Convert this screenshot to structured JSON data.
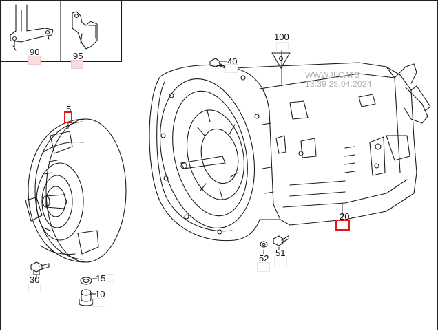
{
  "watermark": {
    "line1": "WWW.ILCATS",
    "line2": "13:39 25.04.2024"
  },
  "callouts": {
    "c90": "90",
    "c95": "95",
    "c5": "5",
    "c100": "100",
    "c40": "40",
    "c20": "20",
    "c52": "52",
    "c51": "51",
    "c30": "30",
    "c15": "15",
    "c10": "10"
  },
  "colors": {
    "selected_outline": "#e01818",
    "inset_hotspot": "#f6dede",
    "line": "#1a1a1a"
  }
}
